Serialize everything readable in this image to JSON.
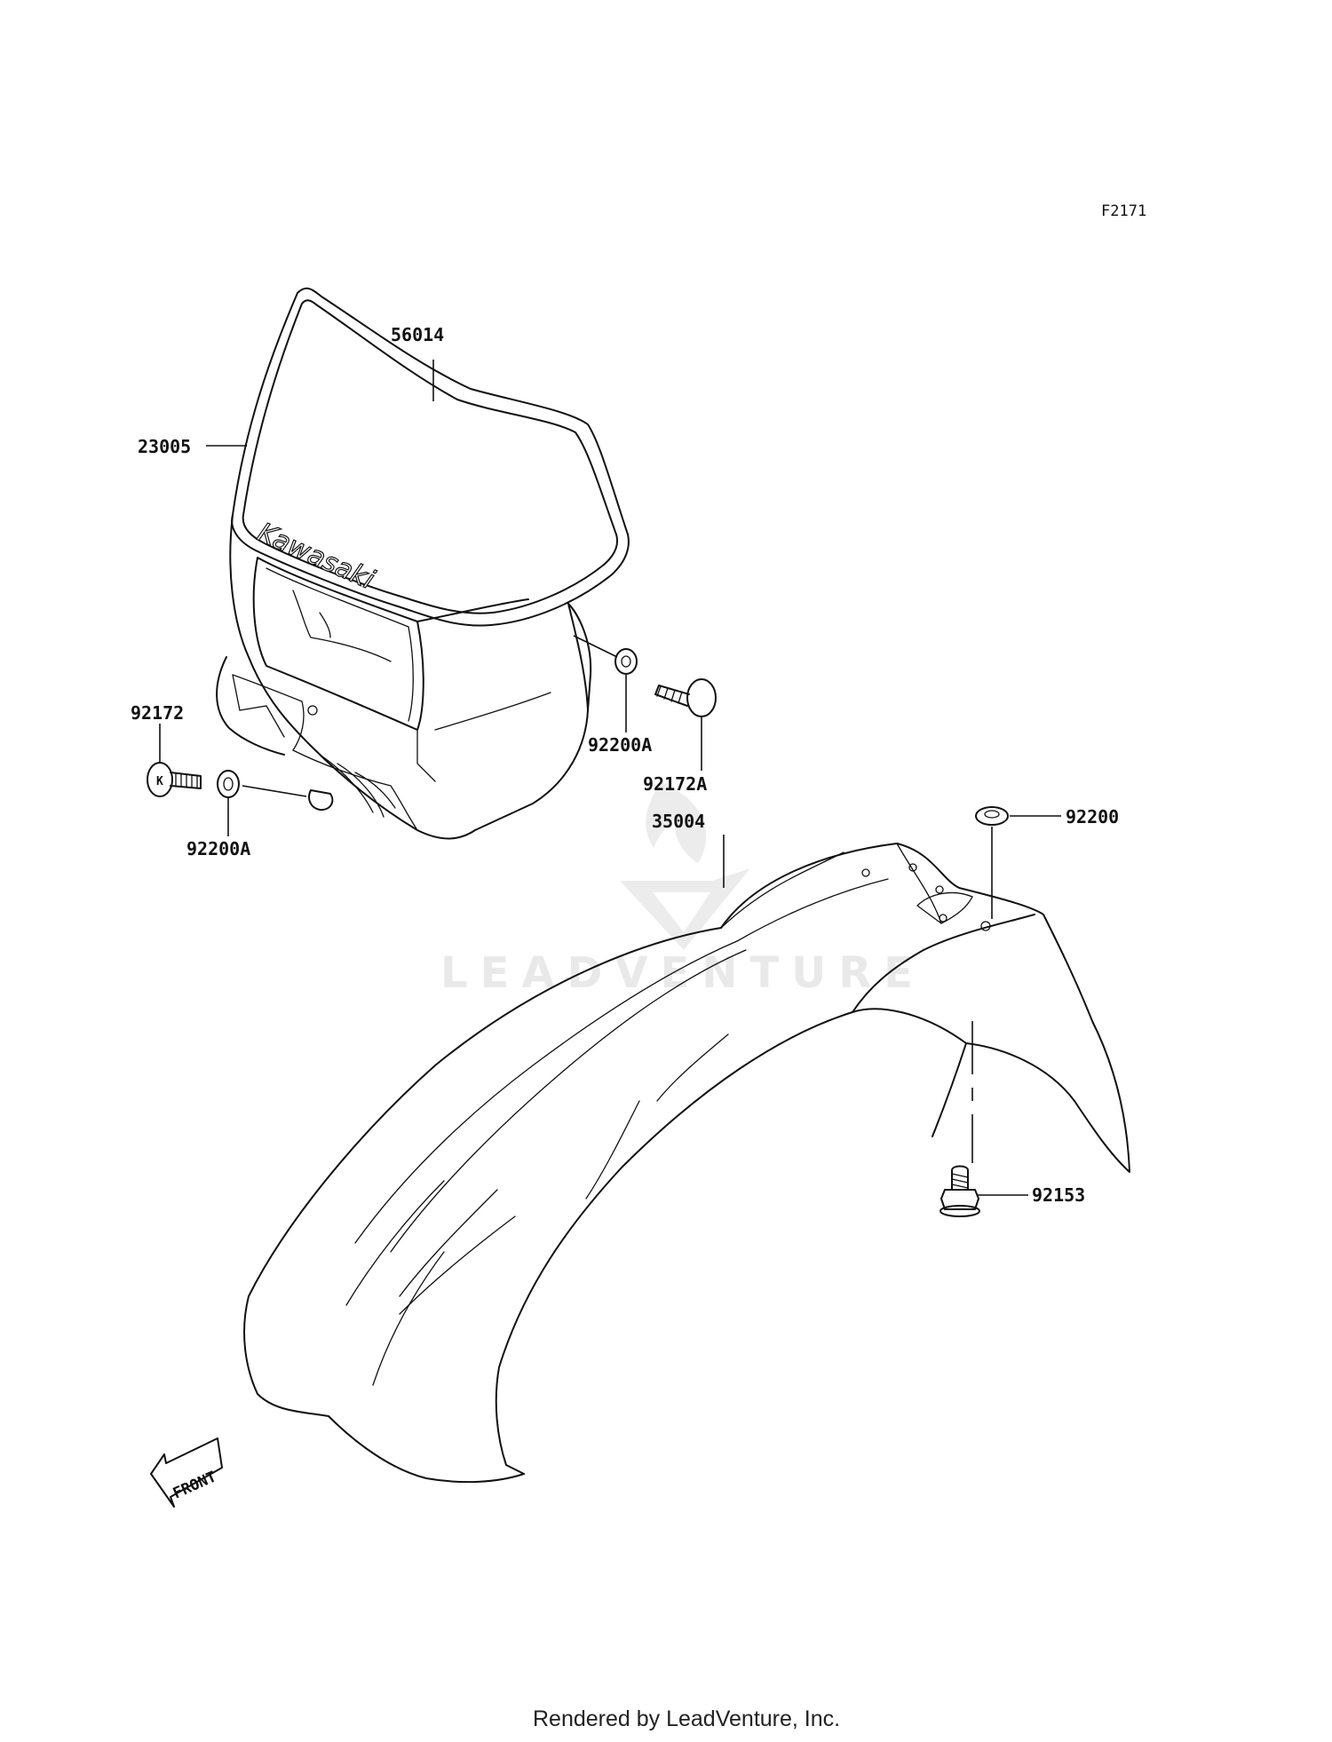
{
  "figure_code": "F2171",
  "footer": "Rendered by LeadVenture, Inc.",
  "watermark": "LEADVENTURE",
  "brand_logo": "Kawasaki",
  "front_arrow": "FRONT",
  "parts": [
    {
      "key": "headlight_number_plate",
      "number": "23005"
    },
    {
      "key": "decal",
      "number": "56014"
    },
    {
      "key": "bolt_left",
      "number": "92172"
    },
    {
      "key": "collar_left",
      "number": "92200A"
    },
    {
      "key": "collar_right",
      "number": "92200A"
    },
    {
      "key": "bolt_right",
      "number": "92172A"
    },
    {
      "key": "front_fender",
      "number": "35004"
    },
    {
      "key": "grommet",
      "number": "92200"
    },
    {
      "key": "flange_bolt",
      "number": "92153"
    }
  ]
}
